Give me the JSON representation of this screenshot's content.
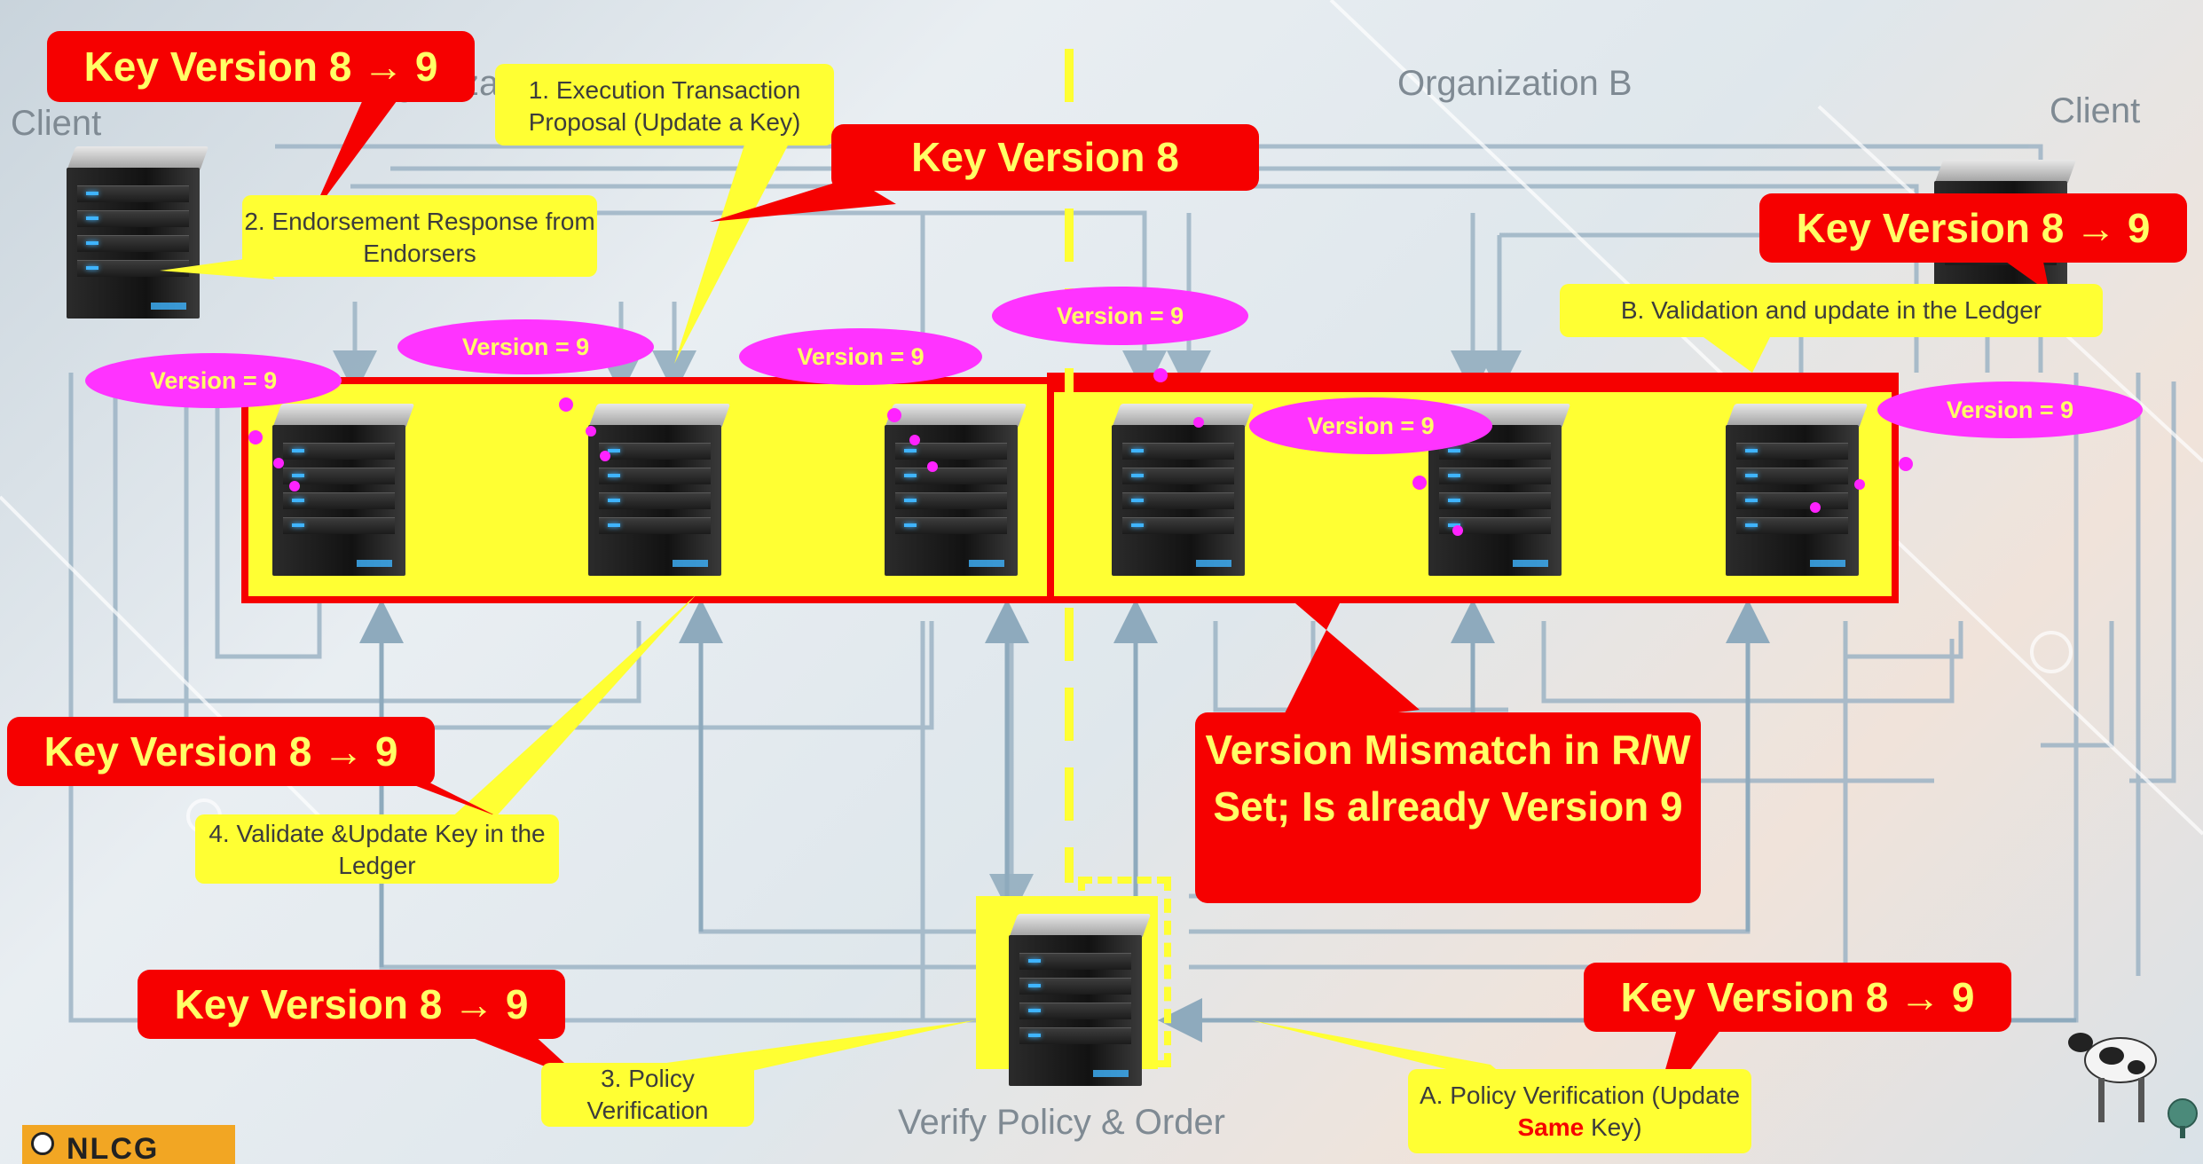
{
  "headings": {
    "org_a_partial": "g",
    "org_a_partial2": "za",
    "org_b": "Organization B",
    "client_left": "Client",
    "client_right": "Client",
    "orderer": "Verify Policy & Order"
  },
  "callouts": {
    "step1": "1. Execution Transaction Proposal (Update a Key)",
    "step2": "2. Endorsement Response from Endorsers",
    "step3": "3. Policy Verification",
    "step4": "4. Validate &Update Key in the Ledger",
    "stepA_prefix": "A. Policy Verification (Update ",
    "stepA_emph": "Same",
    "stepA_suffix": " Key)",
    "stepB": "B. Validation and update in the Ledger"
  },
  "red_labels": {
    "top_left": "Key Version 8 → 9",
    "top_center": "Key Version 8",
    "top_right": "Key Version 8 → 9",
    "mid_left": "Key Version 8 → 9",
    "bottom_left": "Key Version 8 → 9",
    "bottom_right": "Key Version 8 → 9",
    "mismatch": "Version Mismatch in R/W Set; Is already Version 9"
  },
  "version_clouds": [
    "Version = 9",
    "Version = 9",
    "Version = 9",
    "Version = 9",
    "Version = 9",
    "Version = 9"
  ],
  "colors": {
    "highlight_yellow": "#ffff33",
    "alert_red": "#f60000",
    "cloud_magenta": "#ff33ff",
    "line_blue": "#8eaabd"
  },
  "logo": {
    "text": "NLCG"
  }
}
